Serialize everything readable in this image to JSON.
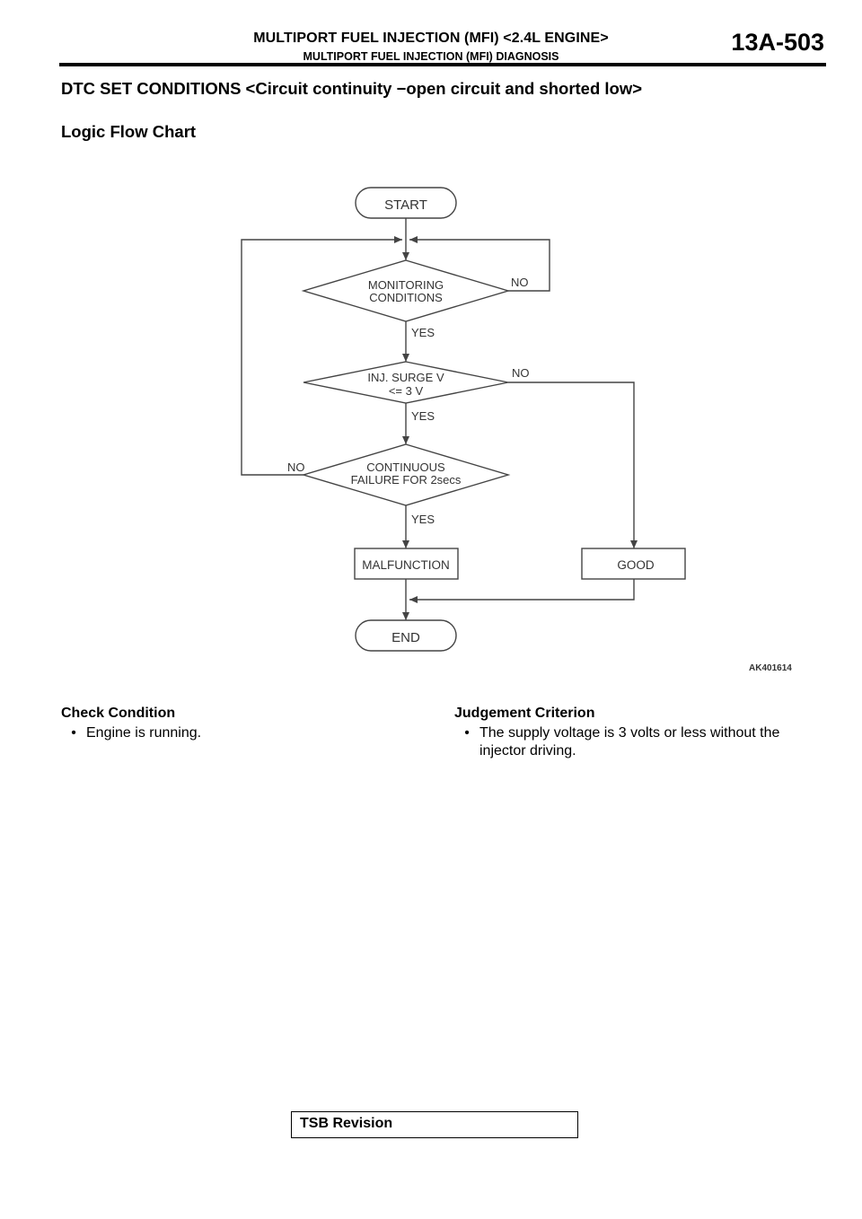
{
  "header": {
    "title": "MULTIPORT FUEL INJECTION (MFI) <2.4L ENGINE>",
    "subtitle": "MULTIPORT FUEL INJECTION (MFI) DIAGNOSIS",
    "page_number": "13A-503"
  },
  "section_title": "DTC SET CONDITIONS <Circuit continuity −open circuit and shorted low>",
  "subsection_title": "Logic Flow Chart",
  "flowchart": {
    "start": "START",
    "decision1": [
      "MONITORING",
      "CONDITIONS"
    ],
    "decision2": [
      "INJ. SURGE V",
      "<= 3 V"
    ],
    "decision3": [
      "CONTINUOUS",
      "FAILURE FOR 2secs"
    ],
    "malfunction": "MALFUNCTION",
    "good": "GOOD",
    "end": "END",
    "yes_label": "YES",
    "no_label": "NO",
    "figure_id": "AK401614"
  },
  "check_condition": {
    "heading": "Check Condition",
    "bullet_symbol": "•",
    "items": [
      "Engine is running."
    ]
  },
  "judgement_criterion": {
    "heading": "Judgement Criterion",
    "bullet_symbol": "•",
    "items": [
      "The supply voltage is 3 volts or less without the injector driving."
    ]
  },
  "footer": {
    "tsb_label": "TSB Revision"
  }
}
